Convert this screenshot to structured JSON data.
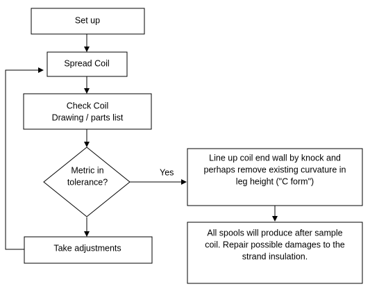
{
  "flowchart": {
    "nodes": {
      "setup": {
        "lines": [
          "Set up"
        ]
      },
      "spread_coil": {
        "lines": [
          "Spread Coil"
        ]
      },
      "check_coil": {
        "lines": [
          "Check Coil",
          "Drawing / parts list"
        ]
      },
      "decision": {
        "lines": [
          "Metric in",
          "tolerance?"
        ]
      },
      "take_adjustments": {
        "lines": [
          "Take adjustments"
        ]
      },
      "line_up": {
        "lines": [
          "Line up coil end wall by knock and",
          "perhaps remove existing curvature in",
          "leg height (\"C form\")"
        ]
      },
      "all_spools": {
        "lines": [
          "All spools will produce after sample",
          "coil. Repair possible damages to the",
          "strand insulation."
        ]
      }
    },
    "edge_labels": {
      "yes": "Yes"
    }
  }
}
